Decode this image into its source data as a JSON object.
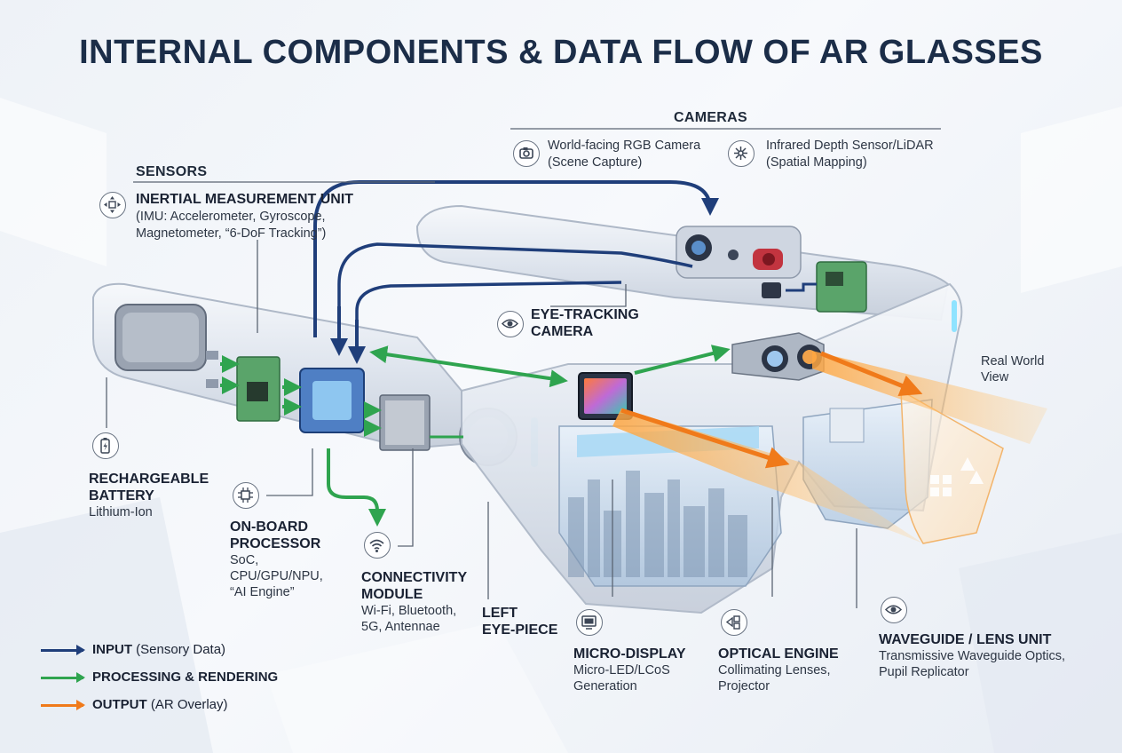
{
  "title": "INTERNAL COMPONENTS & DATA FLOW OF AR GLASSES",
  "colors": {
    "input": "#1f3e7a",
    "processing": "#2fa44f",
    "output": "#f07a1a"
  },
  "cameras": {
    "heading": "CAMERAS",
    "rgb": {
      "icon": "camera-icon",
      "line1": "World-facing RGB Camera",
      "line2": "(Scene Capture)"
    },
    "depth": {
      "icon": "depth-sensor-icon",
      "line1": "Infrared Depth Sensor/LiDAR",
      "line2": "(Spatial Mapping)"
    }
  },
  "sensors": {
    "heading": "SENSORS",
    "imu": {
      "icon": "imu-dpad-icon",
      "title": "INERTIAL MEASUREMENT UNIT",
      "line1": "(IMU: Accelerometer, Gyroscope,",
      "line2": "Magnetometer, “6-DoF Tracking”)"
    }
  },
  "eye_tracking": {
    "icon": "eye-icon",
    "line1": "EYE-TRACKING",
    "line2": "CAMERA"
  },
  "real_world": {
    "line1": "Real World",
    "line2": "View"
  },
  "battery": {
    "icon": "battery-icon",
    "line1": "RECHARGEABLE",
    "line2": "BATTERY",
    "detail": "Lithium-Ion"
  },
  "processor": {
    "icon": "chip-icon",
    "line1": "ON-BOARD",
    "line2": "PROCESSOR",
    "d1": "SoC,",
    "d2": "CPU/GPU/NPU,",
    "d3": "“AI Engine”"
  },
  "connectivity": {
    "icon": "wifi-icon",
    "line1": "CONNECTIVITY",
    "line2": "MODULE",
    "d1": "Wi-Fi, Bluetooth,",
    "d2": "5G, Antennae"
  },
  "left_eyepiece": {
    "line1": "LEFT",
    "line2": "EYE-PIECE"
  },
  "micro_display": {
    "icon": "monitor-icon",
    "title": "MICRO-DISPLAY",
    "d1": "Micro-LED/LCoS",
    "d2": "Generation"
  },
  "optical_engine": {
    "icon": "projector-icon",
    "title": "OPTICAL ENGINE",
    "d1": "Collimating Lenses,",
    "d2": "Projector"
  },
  "waveguide": {
    "icon": "eye-icon",
    "title": "WAVEGUIDE / LENS UNIT",
    "d1": "Transmissive Waveguide Optics,",
    "d2": "Pupil Replicator"
  },
  "legend": [
    {
      "bold": "INPUT",
      "rest": " (Sensory Data)",
      "color": "#1f3e7a"
    },
    {
      "bold": "PROCESSING & RENDERING",
      "rest": "",
      "color": "#2fa44f"
    },
    {
      "bold": "OUTPUT",
      "rest": " (AR Overlay)",
      "color": "#f07a1a"
    }
  ]
}
